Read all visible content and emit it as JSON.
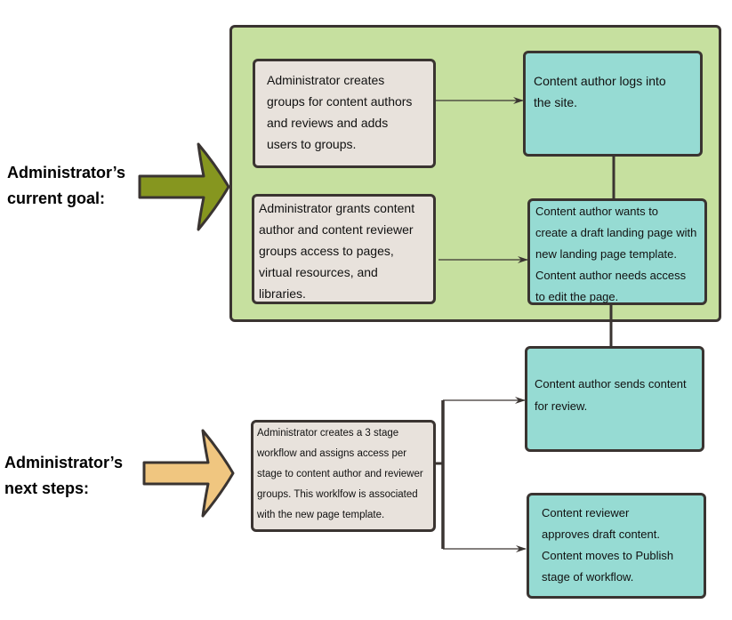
{
  "labels": {
    "current_goal": "Administrator’s\ncurrent goal:",
    "next_steps": "Administrator’s\nnext steps:"
  },
  "boxes": {
    "admin_creates_groups": "Administrator creates\ngroups for content authors\nand reviews and adds\nusers to groups.",
    "admin_grants_access": "Administrator grants content\nauthor and content reviewer\ngroups access to pages,\nvirtual resources, and\nlibraries.",
    "author_logs_in": "Content author logs into\nthe site.",
    "author_wants_draft": "Content author wants to\ncreate a draft landing page with\nnew landing page template.\nContent author needs access\nto edit the page.",
    "author_sends_review": "Content author sends content\nfor review.",
    "admin_creates_workflow": "Administrator creates a 3 stage\nworkflow and assigns access per\nstage to content author and reviewer\ngroups. This worklfow is associated\nwith the new page template.",
    "reviewer_approves": "Content reviewer\napproves draft content.\nContent moves to Publish\nstage of workflow."
  },
  "colors": {
    "panel_green": "#c6e09f",
    "box_gray": "#e8e2dc",
    "box_teal": "#96dbd3",
    "arrow_olive": "#86961f",
    "arrow_tan": "#f0c680",
    "outline": "#3a3431"
  },
  "icons": {
    "current_goal_arrow": "big-arrow-right-olive",
    "next_steps_arrow": "big-arrow-right-tan"
  }
}
